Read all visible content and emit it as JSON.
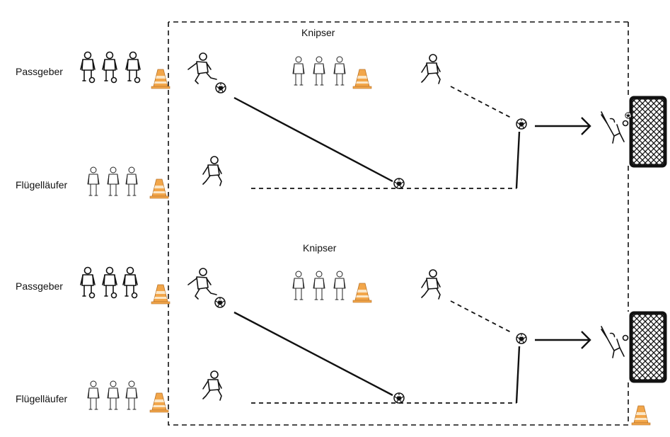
{
  "labels": {
    "group1": {
      "passer": "Passgeber",
      "winger": "Flügelläufer",
      "striker": "Knipser"
    },
    "group2": {
      "passer": "Passgeber",
      "winger": "Flügelläufer",
      "striker": "Knipser"
    }
  },
  "colors": {
    "line": "#111111",
    "cone_orange": "#f2a64a",
    "cone_stripe": "#fbe7c8",
    "net": "#111111"
  },
  "icons": [
    "player-with-ball-icon",
    "player-icon",
    "kicking-player-icon",
    "running-player-icon",
    "cone-icon",
    "ball-icon",
    "goal-icon",
    "goalkeeper-icon"
  ]
}
